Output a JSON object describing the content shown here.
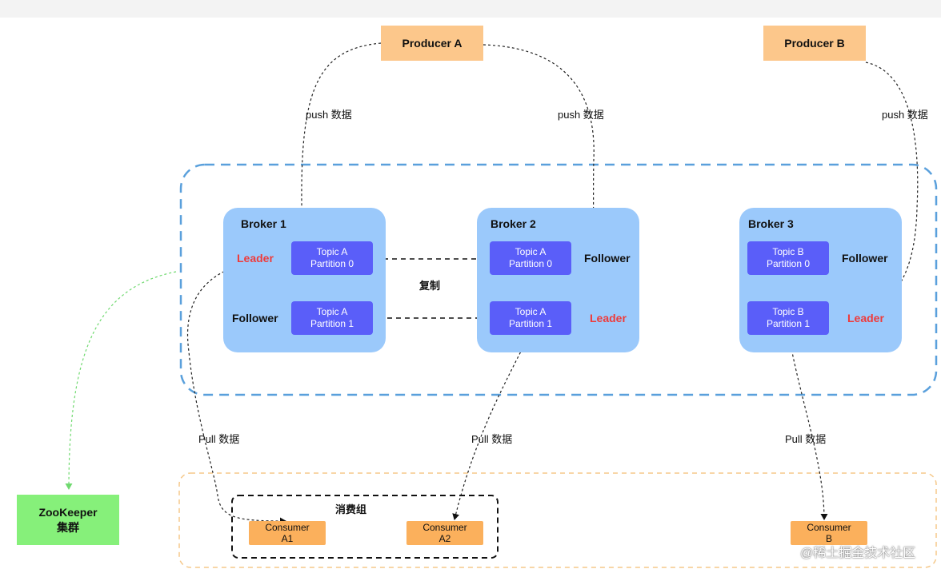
{
  "producers": [
    {
      "label": "Producer A"
    },
    {
      "label": "Producer B"
    }
  ],
  "push_labels": [
    "push 数据",
    "push 数据",
    "push 数据"
  ],
  "pull_labels": [
    "Pull 数据",
    "Pull 数据",
    "Pull 数据"
  ],
  "replication_label": "复制",
  "consumer_group_label": "消费组",
  "brokers": [
    {
      "title": "Broker 1",
      "partitions": [
        {
          "line1": "Topic A",
          "line2": "Partition 0",
          "role": "Leader"
        },
        {
          "line1": "Topic A",
          "line2": "Partition 1",
          "role": "Follower"
        }
      ]
    },
    {
      "title": "Broker 2",
      "partitions": [
        {
          "line1": "Topic A",
          "line2": "Partition 0",
          "role": "Follower"
        },
        {
          "line1": "Topic A",
          "line2": "Partition 1",
          "role": "Leader"
        }
      ]
    },
    {
      "title": "Broker 3",
      "partitions": [
        {
          "line1": "Topic B",
          "line2": "Partition 0",
          "role": "Follower"
        },
        {
          "line1": "Topic B",
          "line2": "Partition 1",
          "role": "Leader"
        }
      ]
    }
  ],
  "consumers": [
    {
      "line1": "Consumer",
      "line2": "A1"
    },
    {
      "line1": "Consumer",
      "line2": "A2"
    },
    {
      "line1": "Consumer",
      "line2": "B"
    }
  ],
  "zookeeper": {
    "line1": "ZooKeeper",
    "line2": "集群"
  },
  "watermark": "@稀土掘金技术社区",
  "colors": {
    "producer": "#fcc78b",
    "broker": "#9bc9fb",
    "partition": "#5a5ef9",
    "leader_text": "#ee3b3b",
    "consumer": "#fbb05c",
    "zookeeper": "#86f07a",
    "cluster_border": "#5aa0dc",
    "consumer_area_border": "#f5c88a"
  }
}
